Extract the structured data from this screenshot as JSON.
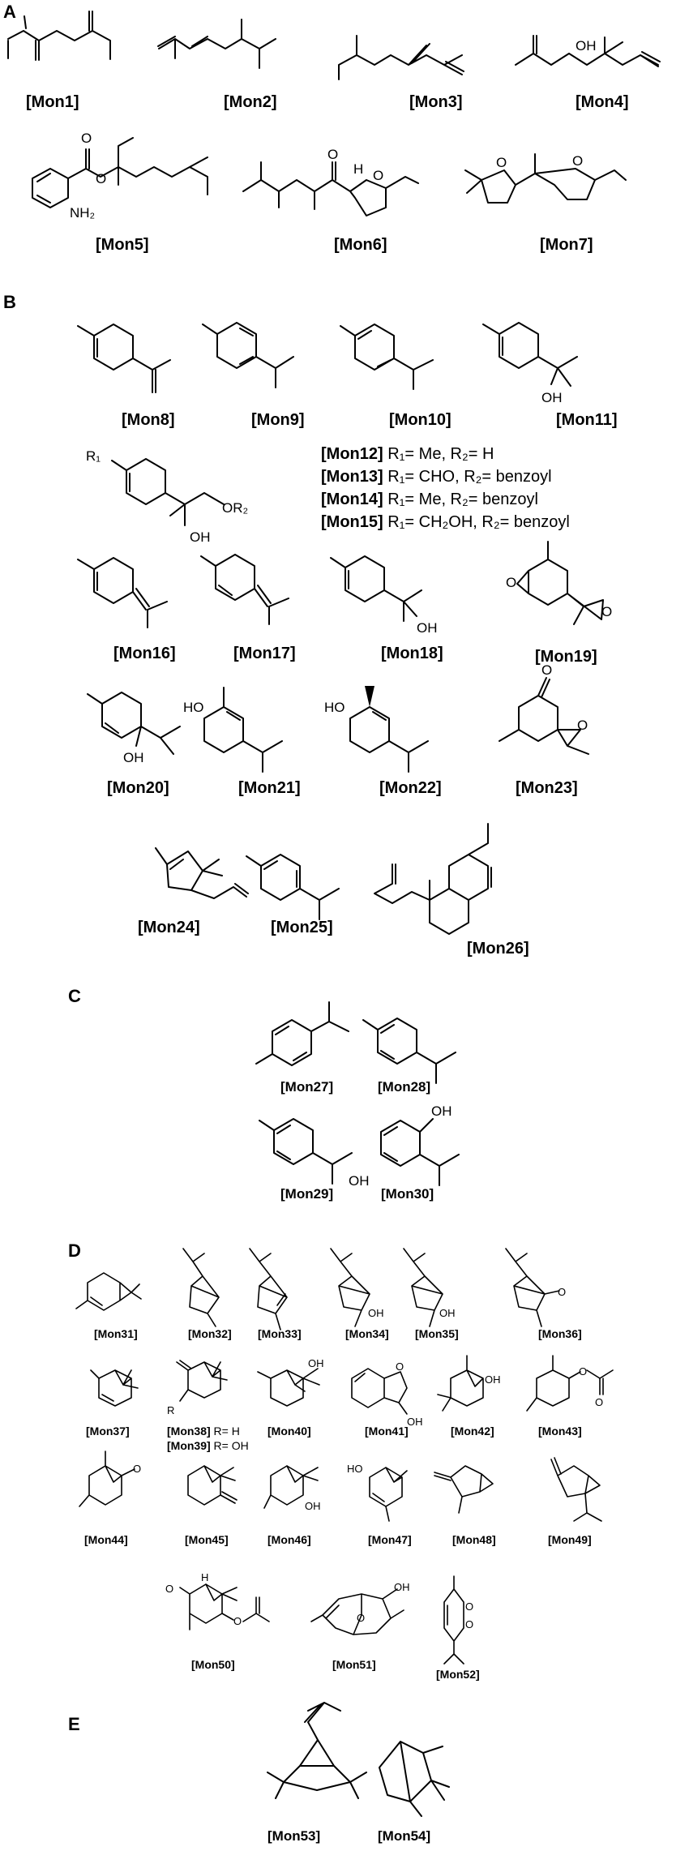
{
  "sections": {
    "a": "A",
    "b": "B",
    "c": "C",
    "d": "D",
    "e": "E"
  },
  "labels": {
    "mon1": "[Mon1]",
    "mon2": "[Mon2]",
    "mon3": "[Mon3]",
    "mon4": "[Mon4]",
    "mon5": "[Mon5]",
    "mon6": "[Mon6]",
    "mon7": "[Mon7]",
    "mon8": "[Mon8]",
    "mon9": "[Mon9]",
    "mon10": "[Mon10]",
    "mon11": "[Mon11]",
    "mon16": "[Mon16]",
    "mon17": "[Mon17]",
    "mon18": "[Mon18]",
    "mon19": "[Mon19]",
    "mon20": "[Mon20]",
    "mon21": "[Mon21]",
    "mon22": "[Mon22]",
    "mon23": "[Mon23]",
    "mon24": "[Mon24]",
    "mon25": "[Mon25]",
    "mon26": "[Mon26]",
    "mon27": "[Mon27]",
    "mon28": "[Mon28]",
    "mon29": "[Mon29]",
    "mon30": "[Mon30]",
    "mon31": "[Mon31]",
    "mon32": "[Mon32]",
    "mon33": "[Mon33]",
    "mon34": "[Mon34]",
    "mon35": "[Mon35]",
    "mon36": "[Mon36]",
    "mon37": "[Mon37]",
    "mon40": "[Mon40]",
    "mon41": "[Mon41]",
    "mon42": "[Mon42]",
    "mon43": "[Mon43]",
    "mon44": "[Mon44]",
    "mon45": "[Mon45]",
    "mon46": "[Mon46]",
    "mon47": "[Mon47]",
    "mon48": "[Mon48]",
    "mon49": "[Mon49]",
    "mon50": "[Mon50]",
    "mon51": "[Mon51]",
    "mon52": "[Mon52]",
    "mon53": "[Mon53]",
    "mon54": "[Mon54]"
  },
  "legend_b": [
    {
      "id": "[Mon12]",
      "text": " R₁= Me, R₂= H"
    },
    {
      "id": "[Mon13]",
      "text": " R₁= CHO, R₂= benzoyl"
    },
    {
      "id": "[Mon14]",
      "text": " R₁= Me, R₂= benzoyl"
    },
    {
      "id": "[Mon15]",
      "text": " R₁= CH₂OH, R₂= benzoyl"
    }
  ],
  "legend_d": [
    {
      "id": "[Mon38]",
      "text": " R= H"
    },
    {
      "id": "[Mon39]",
      "text": " R= OH"
    }
  ],
  "atoms": {
    "oh": "OH",
    "ho": "HO",
    "o": "O",
    "nh2": "NH₂",
    "h": "H",
    "r": "R",
    "r1": "R₁",
    "or2": "OR₂"
  }
}
